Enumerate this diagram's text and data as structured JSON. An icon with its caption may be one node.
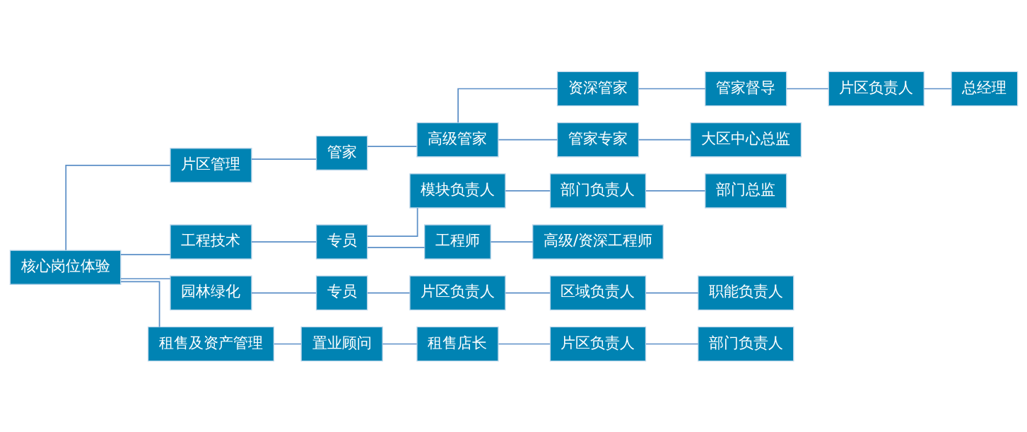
{
  "diagram": {
    "nodes": [
      {
        "text": [
          "核心岗位体验"
        ]
      },
      {
        "text": [
          "片区管理"
        ]
      },
      {
        "text": [
          "管家"
        ]
      },
      {
        "text": [
          "高级管家"
        ]
      },
      {
        "text": [
          "资深管家"
        ]
      },
      {
        "text": [
          "管家督导"
        ]
      },
      {
        "text": [
          "片区负责人"
        ]
      },
      {
        "text": [
          "总经理"
        ]
      },
      {
        "text": [
          "管家专家"
        ]
      },
      {
        "text": [
          "大区中心总监"
        ]
      },
      {
        "text": [
          "工程技术"
        ]
      },
      {
        "text": [
          "专员"
        ]
      },
      {
        "text": [
          "模块负责人"
        ]
      },
      {
        "text": [
          "部门负责人"
        ]
      },
      {
        "text": [
          "部门总监"
        ]
      },
      {
        "text": [
          "工程师"
        ]
      },
      {
        "text": [
          "高级/资深工程师"
        ]
      },
      {
        "text": [
          "园林绿化"
        ]
      },
      {
        "text": [
          "专员"
        ]
      },
      {
        "text": [
          "片区负责人"
        ]
      },
      {
        "text": [
          "区域负责人"
        ]
      },
      {
        "text": [
          "职能负责人"
        ]
      },
      {
        "text": [
          "租售及资产管理"
        ]
      },
      {
        "text": [
          "置业顾问"
        ]
      },
      {
        "text": [
          "租售店长"
        ]
      },
      {
        "text": [
          "片区负责人"
        ]
      },
      {
        "text": [
          "部门负责人"
        ]
      }
    ],
    "edges": [
      {
        "from": 0,
        "to": 1,
        "arrow": "none"
      },
      {
        "from": 0,
        "to": 10,
        "arrow": "none"
      },
      {
        "from": 0,
        "to": 17,
        "arrow": "none"
      },
      {
        "from": 0,
        "to": 22,
        "arrow": "none"
      },
      {
        "from": 1,
        "to": 2,
        "arrow": "none"
      },
      {
        "from": 2,
        "to": 3,
        "arrow": "none"
      },
      {
        "from": 3,
        "to": 4,
        "arrow": "none"
      },
      {
        "from": 3,
        "to": 8,
        "arrow": "none"
      },
      {
        "from": 4,
        "to": 5,
        "arrow": "none"
      },
      {
        "from": 5,
        "to": 6,
        "arrow": "none"
      },
      {
        "from": 6,
        "to": 7,
        "arrow": "none"
      },
      {
        "from": 8,
        "to": 9,
        "arrow": "none"
      },
      {
        "from": 10,
        "to": 11,
        "arrow": "none"
      },
      {
        "from": 11,
        "to": 12,
        "arrow": "none"
      },
      {
        "from": 11,
        "to": 15,
        "arrow": "none"
      },
      {
        "from": 12,
        "to": 13,
        "arrow": "none"
      },
      {
        "from": 13,
        "to": 14,
        "arrow": "none"
      },
      {
        "from": 15,
        "to": 16,
        "arrow": "none"
      },
      {
        "from": 17,
        "to": 18,
        "arrow": "none"
      },
      {
        "from": 18,
        "to": 19,
        "arrow": "none"
      },
      {
        "from": 19,
        "to": 20,
        "arrow": "none"
      },
      {
        "from": 20,
        "to": 21,
        "arrow": "none"
      },
      {
        "from": 22,
        "to": 23,
        "arrow": "none"
      },
      {
        "from": 23,
        "to": 24,
        "arrow": "none"
      },
      {
        "from": 24,
        "to": 25,
        "arrow": "none"
      },
      {
        "from": 25,
        "to": 26,
        "arrow": "none"
      }
    ]
  }
}
